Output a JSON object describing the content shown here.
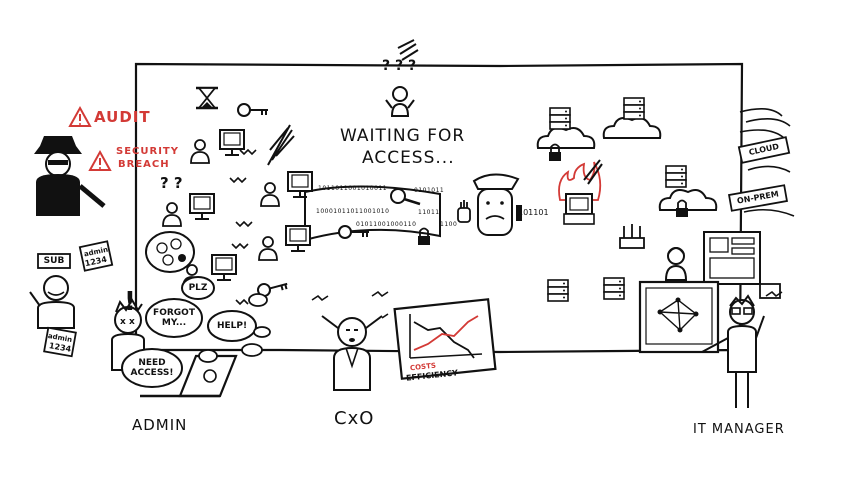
{
  "scene": {
    "center_caption_line1": "WAITING FOR",
    "center_caption_line2": "ACCESS...",
    "audit_label": "AUDIT",
    "security_breach_line1": "SECURITY",
    "security_breach_line2": "BREACH",
    "admin_label": "ADMIN",
    "cxo_label": "CxO",
    "it_manager_label": "IT MANAGER",
    "sub_sign": "SUB",
    "admin_card_line1": "admin",
    "admin_card_line2": "1234",
    "admin_card2_line1": "admin",
    "admin_card2_line2": "1234",
    "bubble_need_access_1": "NEED",
    "bubble_need_access_2": "ACCESS!",
    "bubble_forgot_1": "FORGOT",
    "bubble_forgot_2": "MY...",
    "bubble_plz": "PLZ",
    "bubble_help": "HELP!",
    "binary_row1": "1011011001010011",
    "binary_row1b": "0101011",
    "binary_row2": "10001011011001010",
    "binary_row2b": "11011",
    "binary_row3": "01011001000110",
    "binary_row3b": "1100",
    "binary_small": "101101",
    "chart_costs": "COSTS",
    "chart_efficiency": "EFFICIENCY",
    "cloud_sign": "CLOUD",
    "onprem_sign": "ON-PREM"
  },
  "colors": {
    "ink": "#111111",
    "alert_red": "#d33a36",
    "background": "#ffffff"
  }
}
